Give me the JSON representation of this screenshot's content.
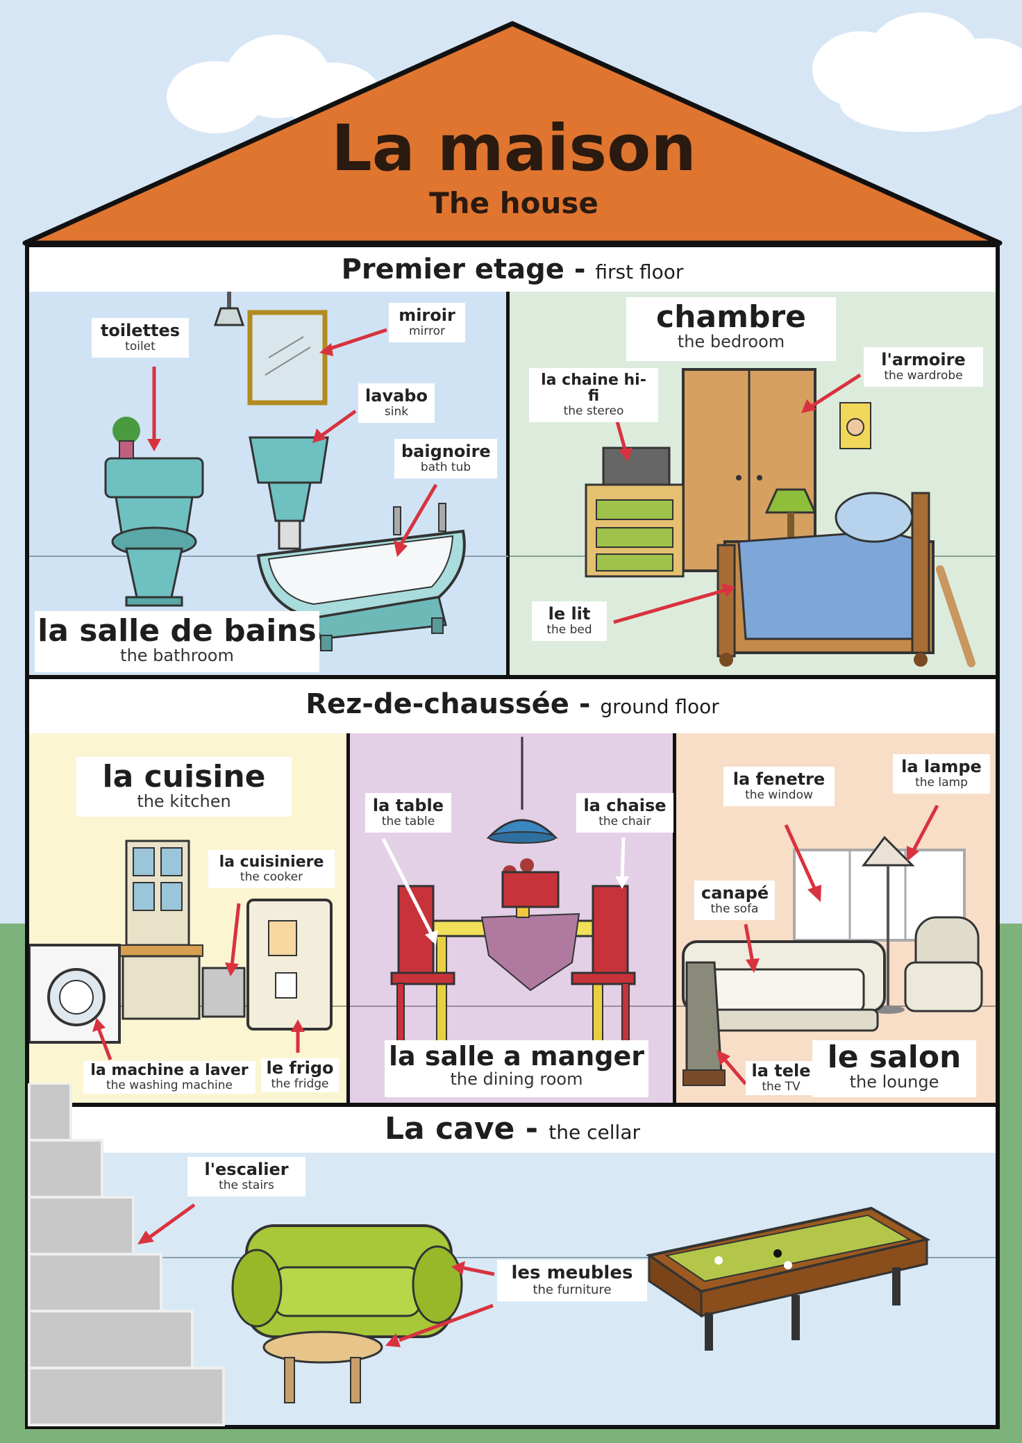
{
  "header": {
    "title": "La maison",
    "subtitle": "The house"
  },
  "floors": {
    "first": {
      "fr": "Premier etage",
      "sep": "-",
      "en": "first floor"
    },
    "ground": {
      "fr": "Rez-de-chaussée",
      "sep": "-",
      "en": "ground floor"
    },
    "cellar": {
      "fr": "La cave",
      "sep": "-",
      "en": "the cellar"
    }
  },
  "rooms": {
    "bathroom": {
      "fr": "la salle de bains",
      "en": "the bathroom"
    },
    "bedroom": {
      "fr": "chambre",
      "en": "the bedroom"
    },
    "kitchen": {
      "fr": "la cuisine",
      "en": "the kitchen"
    },
    "dining": {
      "fr": "la salle a manger",
      "en": "the dining room"
    },
    "lounge": {
      "fr": "le salon",
      "en": "the lounge"
    }
  },
  "labels": {
    "toilet": {
      "fr": "toilettes",
      "en": "toilet"
    },
    "mirror": {
      "fr": "miroir",
      "en": "mirror"
    },
    "sink": {
      "fr": "lavabo",
      "en": "sink"
    },
    "bathtub": {
      "fr": "baignoire",
      "en": "bath tub"
    },
    "stereo": {
      "fr": "la chaine hi-fi",
      "en": "the stereo"
    },
    "wardrobe": {
      "fr": "l'armoire",
      "en": "the wardrobe"
    },
    "bed": {
      "fr": "le lit",
      "en": "the bed"
    },
    "cooker": {
      "fr": "la cuisiniere",
      "en": "the cooker"
    },
    "washer": {
      "fr": "la machine a laver",
      "en": "the washing machine"
    },
    "fridge": {
      "fr": "le frigo",
      "en": "the fridge"
    },
    "table": {
      "fr": "la table",
      "en": "the table"
    },
    "chair": {
      "fr": "la chaise",
      "en": "the chair"
    },
    "window": {
      "fr": "la fenetre",
      "en": "the window"
    },
    "lamp": {
      "fr": "la lampe",
      "en": "the lamp"
    },
    "sofa": {
      "fr": "canapé",
      "en": "the sofa"
    },
    "tv": {
      "fr": "la tele",
      "en": "the TV"
    },
    "stairs": {
      "fr": "l'escalier",
      "en": "the stairs"
    },
    "furniture": {
      "fr": "les meubles",
      "en": "the furniture"
    }
  },
  "colors": {
    "roof": "#e07530",
    "sky": "#d7e6f5",
    "grass": "#7db27a",
    "outline": "#111111",
    "arrow": "#d9323f",
    "bathroom_bg": "#cfe3f5",
    "bedroom_bg": "#dcebdc",
    "kitchen_bg": "#fbf5d2",
    "dining_bg": "#e3cfe6",
    "lounge_bg": "#f8ddc7",
    "cellar_bg": "#d8e9f5"
  }
}
